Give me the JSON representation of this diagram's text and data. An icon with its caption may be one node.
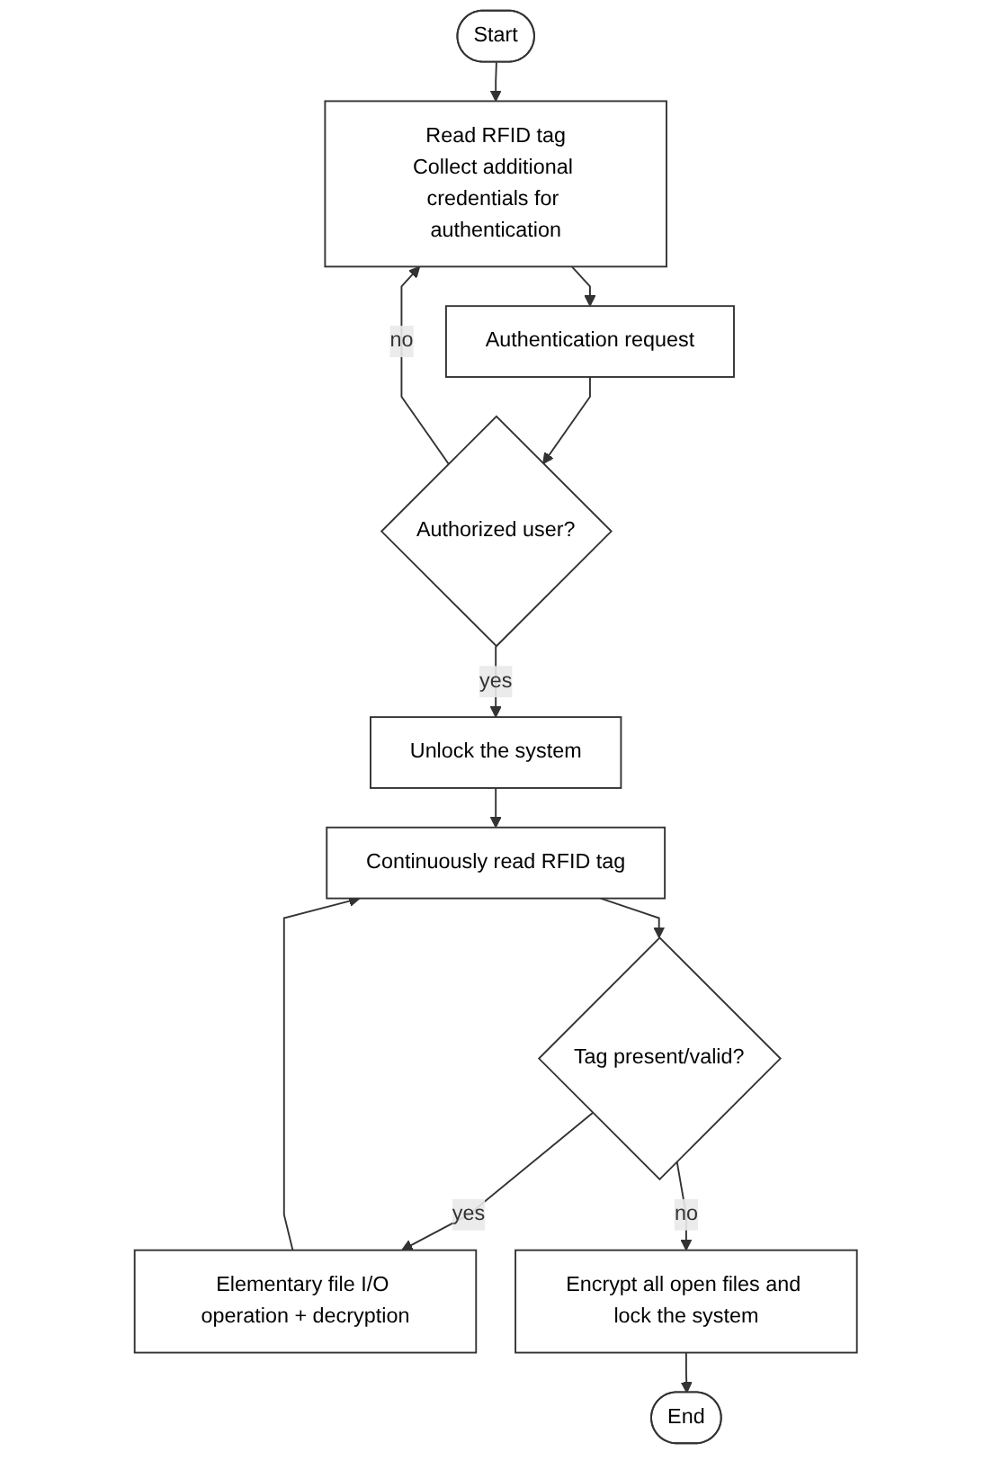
{
  "diagram": {
    "nodes": [
      {
        "text": [
          "Start"
        ]
      },
      {
        "text": [
          "Read RFID tag",
          "Collect additional credentials for authentication"
        ]
      },
      {
        "text": [
          "Authentication request"
        ]
      },
      {
        "text": [
          "Authorized user?"
        ]
      },
      {
        "text": [
          "Unlock the system"
        ]
      },
      {
        "text": [
          "Continuously read RFID tag"
        ]
      },
      {
        "text": [
          "Tag present/valid?"
        ]
      },
      {
        "text": [
          "Elementary file I/O operation + decryption"
        ]
      },
      {
        "text": [
          "Encrypt all open files and lock the system"
        ]
      },
      {
        "text": [
          "End"
        ]
      }
    ],
    "edges": [
      {
        "from": 0,
        "to": 1,
        "arrow": "to"
      },
      {
        "from": 1,
        "to": 2,
        "arrow": "to"
      },
      {
        "from": 2,
        "to": 3,
        "arrow": "to"
      },
      {
        "from": 3,
        "to": 1,
        "label": "no",
        "arrow": "to"
      },
      {
        "from": 3,
        "to": 4,
        "label": "yes",
        "arrow": "to"
      },
      {
        "from": 4,
        "to": 5,
        "arrow": "to"
      },
      {
        "from": 5,
        "to": 6,
        "arrow": "to"
      },
      {
        "from": 6,
        "to": 7,
        "label": "yes",
        "arrow": "to"
      },
      {
        "from": 7,
        "to": 5,
        "arrow": "to"
      },
      {
        "from": 6,
        "to": 8,
        "label": "no",
        "arrow": "to"
      },
      {
        "from": 8,
        "to": 9,
        "arrow": "to"
      }
    ]
  }
}
